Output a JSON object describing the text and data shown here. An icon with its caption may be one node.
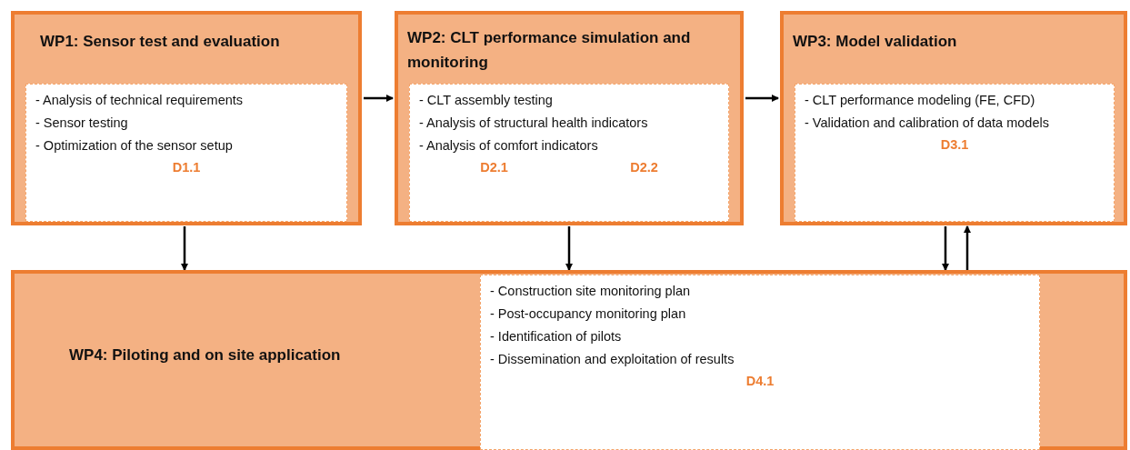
{
  "diagram": {
    "nodes": [
      {
        "text": [
          "WP1: Sensor test and evaluation"
        ]
      },
      {
        "text": [
          "- Analysis of technical requirements",
          "- Sensor testing",
          "- Optimization of the sensor setup",
          "D1.1"
        ],
        "in": 0
      },
      {
        "text": [
          "WP2: CLT performance simulation and monitoring"
        ]
      },
      {
        "text": [
          "- CLT assembly testing",
          "- Analysis of structural health indicators",
          "- Analysis of comfort indicators",
          "D2.1",
          "D2.2"
        ],
        "in": 2
      },
      {
        "text": [
          "WP3: Model validation"
        ]
      },
      {
        "text": [
          "- CLT performance modeling (FE, CFD)",
          "- Validation and calibration of data models",
          "D3.1"
        ],
        "in": 4
      },
      {
        "text": [
          "WP4: Piloting and on site application"
        ]
      },
      {
        "text": [
          "- Construction site monitoring plan",
          "- Post-occupancy monitoring plan",
          "- Identification of pilots",
          "- Dissemination and exploitation of results",
          "D4.1"
        ],
        "in": 6
      }
    ],
    "edges": [
      {
        "from": 0,
        "to": 2,
        "arrow": "to"
      },
      {
        "from": 2,
        "to": 4,
        "arrow": "to"
      },
      {
        "from": 0,
        "to": 6,
        "arrow": "to"
      },
      {
        "from": 2,
        "to": 6,
        "arrow": "to"
      },
      {
        "from": 4,
        "to": 6,
        "arrow": "to"
      },
      {
        "from": 6,
        "to": 4,
        "arrow": "to"
      }
    ]
  }
}
